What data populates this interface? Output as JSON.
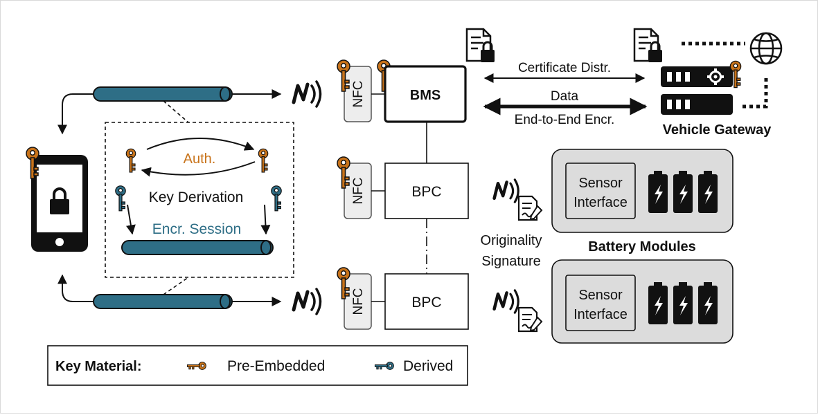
{
  "labels": {
    "auth": "Auth.",
    "key_derivation": "Key Derivation",
    "encr_session": "Encr. Session",
    "nfc": "NFC",
    "bms": "BMS",
    "bpc": "BPC",
    "certificate_distr": "Certificate Distr.",
    "data": "Data",
    "end_to_end": "End-to-End Encr.",
    "vehicle_gateway": "Vehicle Gateway",
    "sensor_line1": "Sensor",
    "sensor_line2": "Interface",
    "battery_modules": "Battery Modules",
    "originality_line1": "Originality",
    "originality_line2": "Signature"
  },
  "legend": {
    "title": "Key Material:",
    "pre_embedded": "Pre-Embedded",
    "derived": "Derived"
  },
  "colors": {
    "pre_embedded_key": "#C8731A",
    "derived_key": "#2E6E86",
    "session_pipe": "#2E6E86",
    "auth_text": "#C8731A",
    "encr_session_text": "#2E6E86",
    "module_fill": "#DCDCDC",
    "nfc_fill": "#EDEDED"
  },
  "icons": {
    "phone": "smartphone-lock-icon",
    "key": "key-icon",
    "nfc": "nfc-wave-icon",
    "certificate": "certificate-lock-icon",
    "server": "server-gear-icon",
    "globe": "globe-icon",
    "battery": "battery-icon",
    "signature": "signed-document-icon"
  }
}
